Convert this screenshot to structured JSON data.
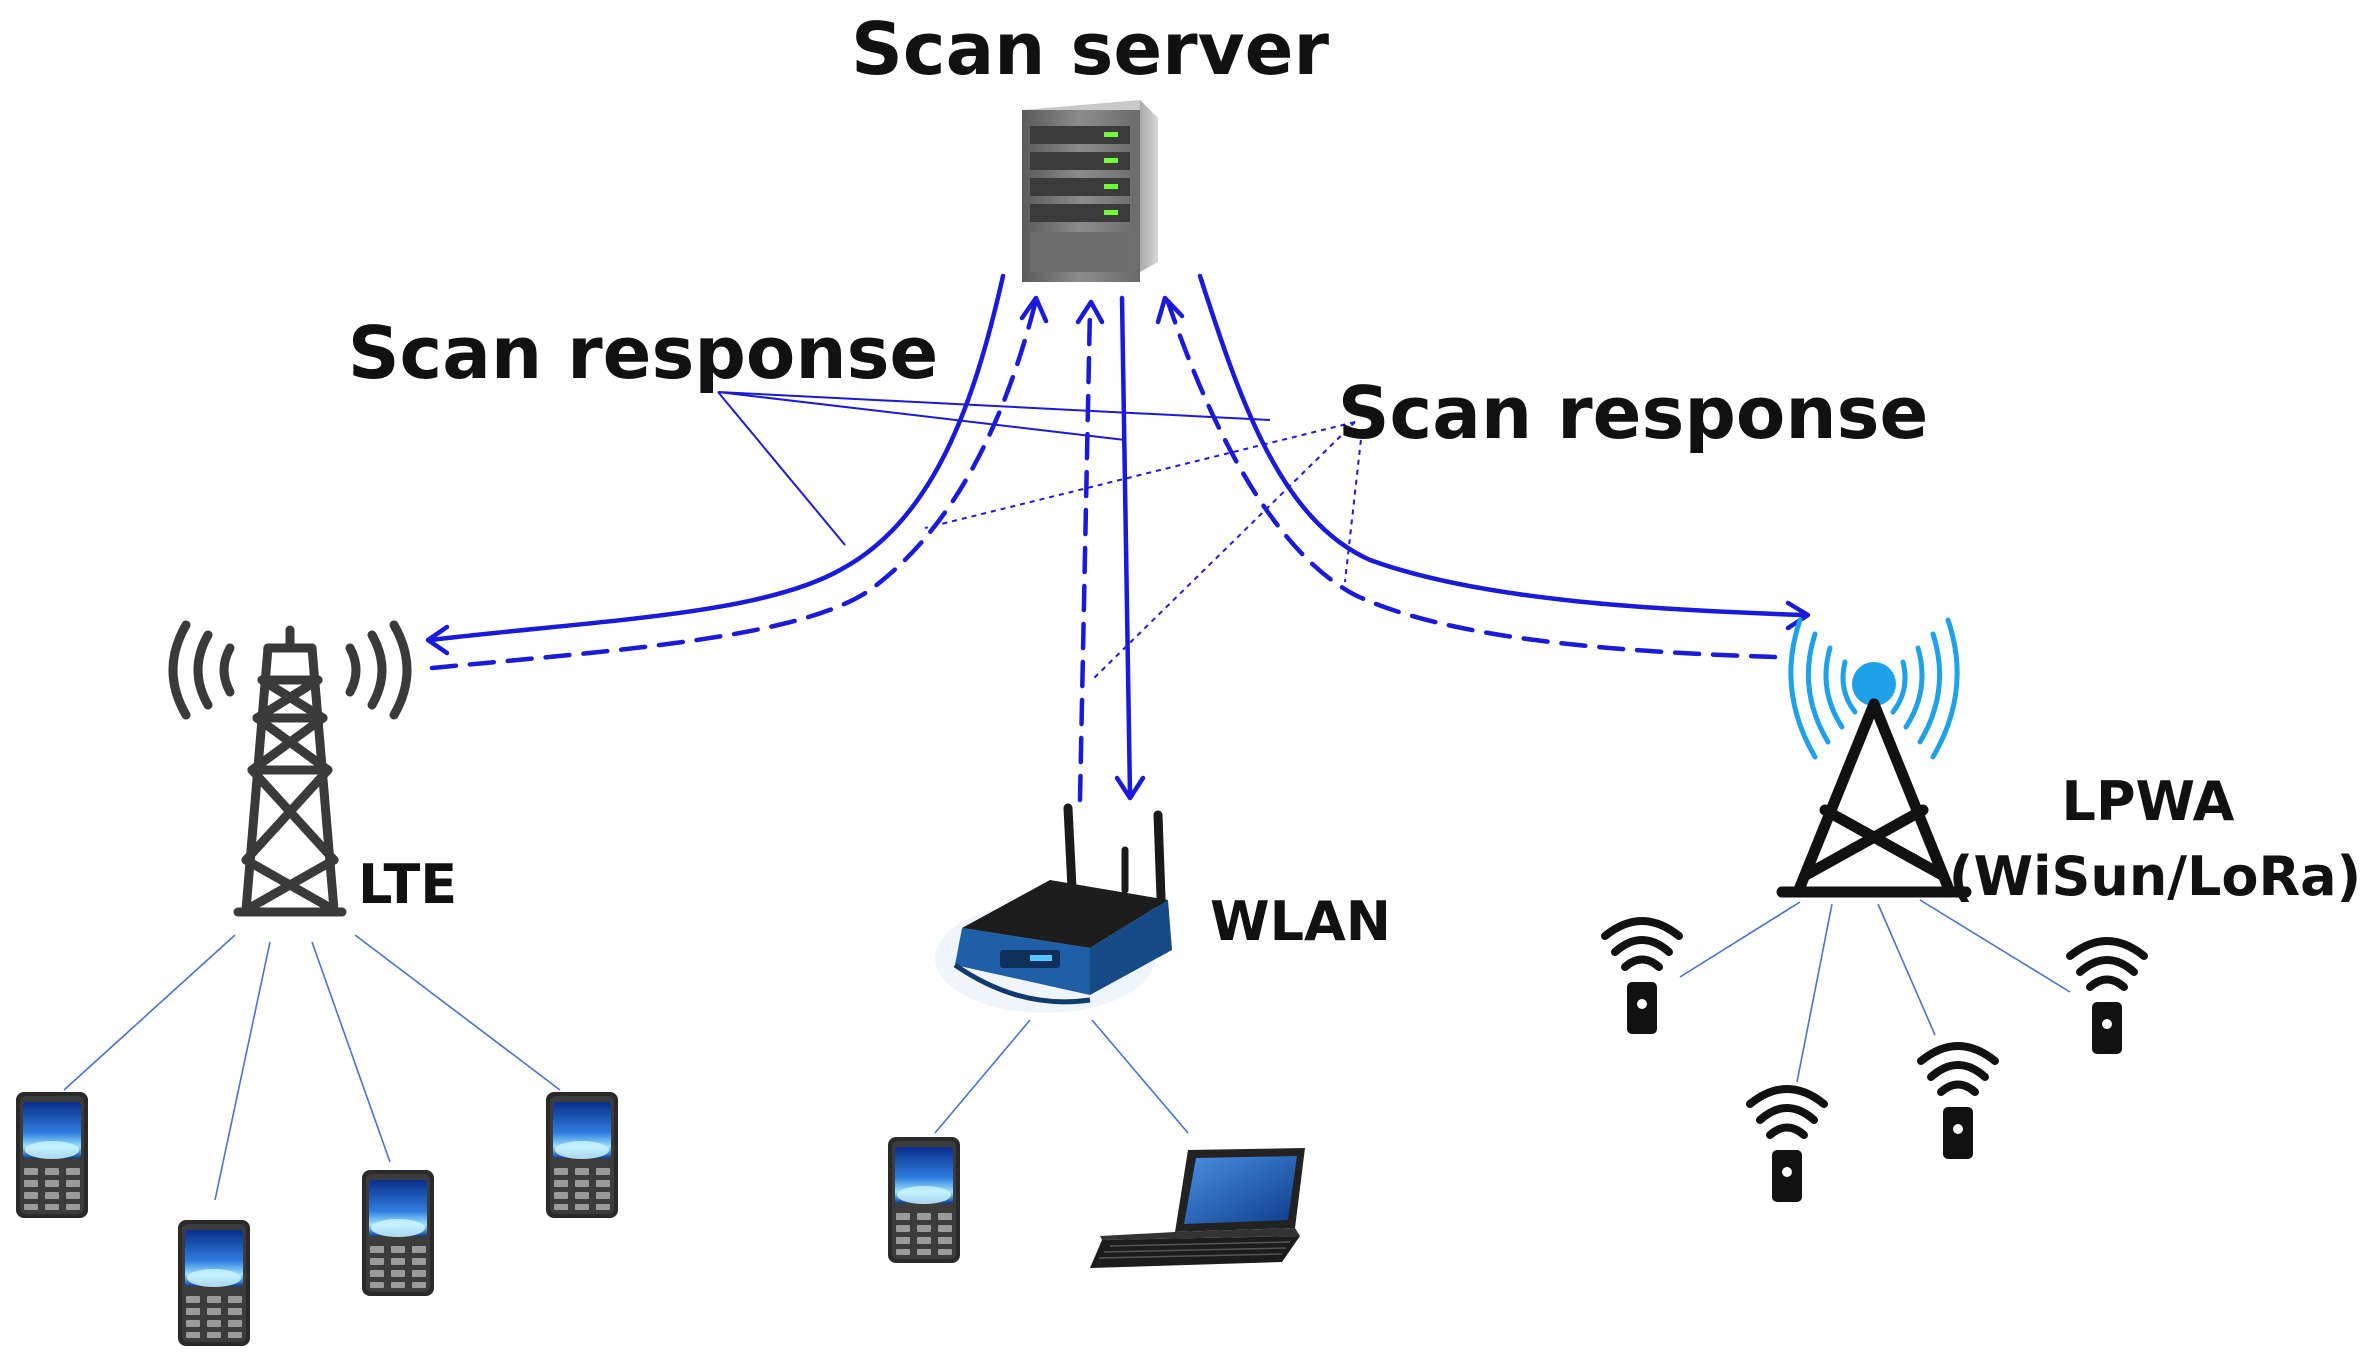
{
  "labels": {
    "server": "Scan server",
    "scan_response_left": "Scan response",
    "scan_response_right": "Scan response",
    "lte": "LTE",
    "wlan": "WLAN",
    "lpwa_line1": "LPWA",
    "lpwa_line2": "(WiSun/LoRa)"
  },
  "colors": {
    "arrow": "#1a1adb",
    "device_line": "#4a73c9",
    "lpwa_accent": "#1ea1e8",
    "router_blue": "#1f5fa8"
  },
  "icons": {
    "server": "server-icon",
    "lte_tower": "cell-tower-icon",
    "router": "wifi-router-icon",
    "lpwa_tower": "radio-tower-icon",
    "phone": "mobile-phone-icon",
    "laptop": "laptop-icon",
    "sensor": "wireless-sensor-icon"
  }
}
